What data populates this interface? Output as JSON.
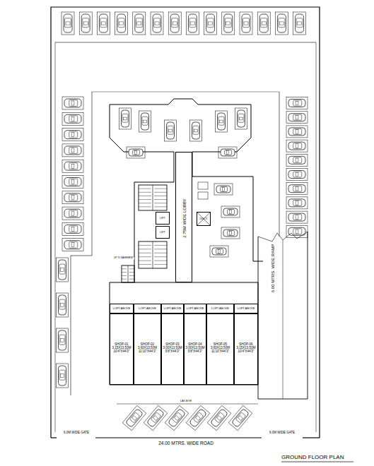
{
  "diagram": {
    "title": "GROUND FLOOR PLAN",
    "nodes": [
      {
        "text": [
          "2.75M WIDE LOBBY"
        ]
      },
      {
        "text": [
          "LIFT"
        ]
      },
      {
        "text": [
          "LIFT"
        ]
      },
      {
        "text": [
          "DUCT"
        ]
      },
      {
        "text": [
          "6.00 MTRS. WIDE RAMP"
        ]
      },
      {
        "text": [
          "LOFT ABOVE"
        ]
      },
      {
        "text": [
          "LOFT ABOVE"
        ]
      },
      {
        "text": [
          "LOFT ABOVE"
        ]
      },
      {
        "text": [
          "LOFT ABOVE"
        ]
      },
      {
        "text": [
          "LOFT ABOVE"
        ]
      },
      {
        "text": [
          "LOFT ABOVE"
        ]
      },
      {
        "text": [
          "SHOP-01",
          "3.15X13.50M",
          "10'4\"X44'3\""
        ]
      },
      {
        "text": [
          "SHOP-02",
          "3.60X13.50M",
          "11'10\"X44'3\""
        ]
      },
      {
        "text": [
          "SHOP-03",
          "3.00X13.50M",
          "9'8\"X44'3\""
        ]
      },
      {
        "text": [
          "SHOP-04",
          "3.00X13.50M",
          "9'8\"X44'3\""
        ]
      },
      {
        "text": [
          "SHOP-05",
          "3.60X13.50M",
          "11'10\"X44'3\""
        ]
      },
      {
        "text": [
          "SHOP-06",
          "3.15X13.50M",
          "10'4\"X44'3\""
        ]
      }
    ],
    "labels": [
      "UP TO BASEMENT",
      "LAY-BYE",
      "6.0M WIDE GATE",
      "6.0M WIDE GATE",
      "24.00 MTRS. WIDE ROAD"
    ]
  }
}
